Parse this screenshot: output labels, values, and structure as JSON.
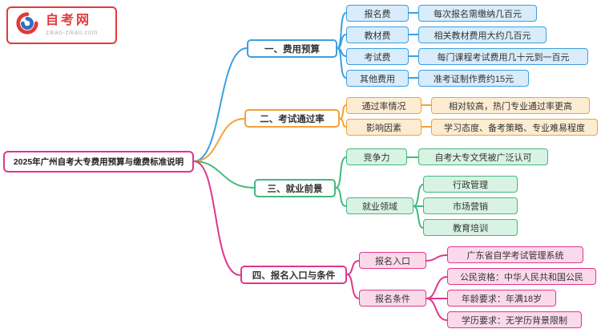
{
  "logo": {
    "title": "自考网",
    "domain": "zikao-zikao.com"
  },
  "root": {
    "label": "2025年广州自考大专费用预算与缴费标准说明"
  },
  "branches": [
    {
      "label": "一、费用预算",
      "color": "#3d9fe0",
      "children": [
        {
          "label": "报名费",
          "leaf": "每次报名需缴纳几百元"
        },
        {
          "label": "教材费",
          "leaf": "相关教材费用大约几百元"
        },
        {
          "label": "考试费",
          "leaf": "每门课程考试费用几十元到一百元"
        },
        {
          "label": "其他费用",
          "leaf": "准考证制作费约15元"
        }
      ]
    },
    {
      "label": "二、考试通过率",
      "color": "#f0a33a",
      "children": [
        {
          "label": "通过率情况",
          "leaf": "相对较高，热门专业通过率更高"
        },
        {
          "label": "影响因素",
          "leaf": "学习态度、备考策略、专业难易程度"
        }
      ]
    },
    {
      "label": "三、就业前景",
      "color": "#43b97f",
      "children": [
        {
          "label": "竞争力",
          "leaf": "自考大专文凭被广泛认可"
        },
        {
          "label": "就业领域",
          "leaves": [
            "行政管理",
            "市场营销",
            "教育培训"
          ]
        }
      ]
    },
    {
      "label": "四、报名入口与条件",
      "color": "#e0368c",
      "children": [
        {
          "label": "报名入口",
          "leaf": "广东省自学考试管理系统"
        },
        {
          "label": "报名条件",
          "leaves": [
            "公民资格：中华人民共和国公民",
            "年龄要求：年满18岁",
            "学历要求：无学历背景限制"
          ]
        }
      ]
    }
  ],
  "colors": {
    "branch_fee_budget": "#3d9fe0",
    "branch_pass_rate": "#f0a33a",
    "branch_employment": "#43b97f",
    "branch_registration": "#e0368c",
    "logo_red": "#e23a3a",
    "logo_blue": "#2f6fc1"
  }
}
